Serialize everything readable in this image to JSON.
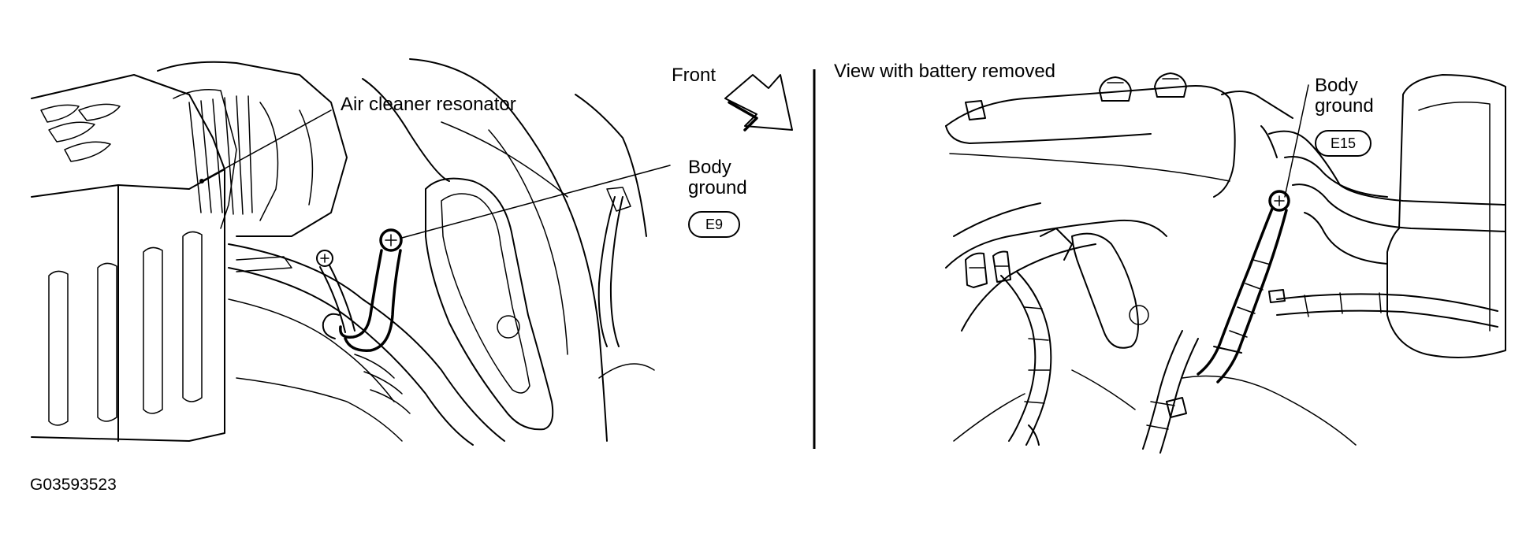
{
  "left_view": {
    "air_cleaner_label": "Air cleaner resonator",
    "front_label": "Front",
    "body_ground_line1": "Body",
    "body_ground_line2": "ground",
    "connector_code": "E9"
  },
  "right_view": {
    "view_caption": "View with battery removed",
    "body_ground_line1": "Body",
    "body_ground_line2": "ground",
    "connector_code": "E15"
  },
  "figure_id": "G03593523"
}
